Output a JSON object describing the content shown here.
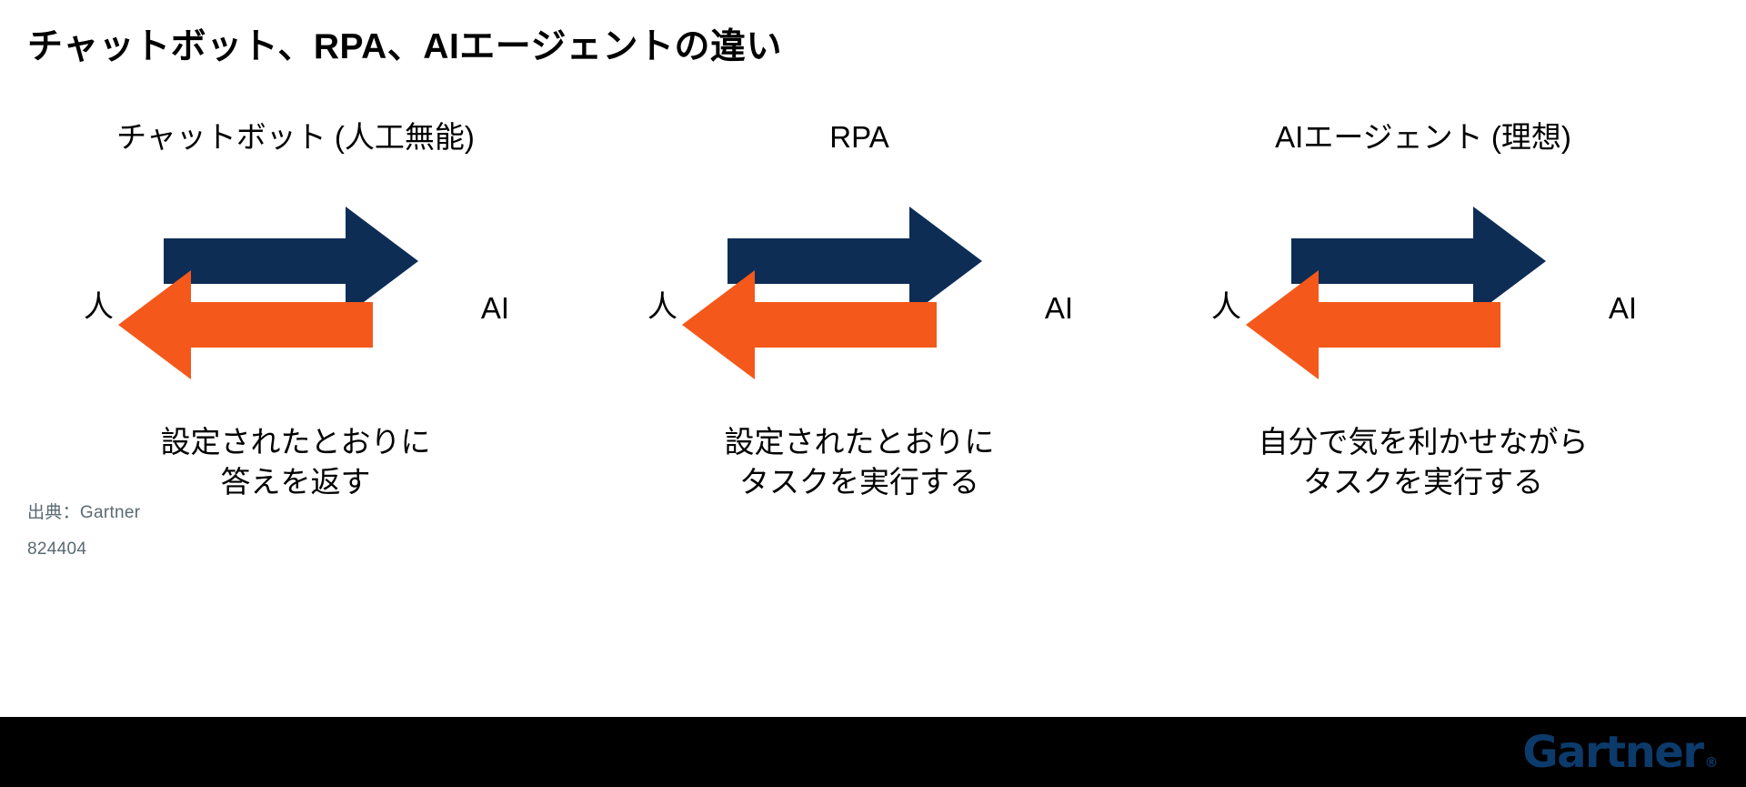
{
  "slide": {
    "title": "チャットボット、RPA、AIエージェントの違い",
    "background_color": "#ffffff"
  },
  "colors": {
    "arrow_forward": "#0d2d55",
    "arrow_backward": "#f4581a",
    "text": "#000000",
    "source_text": "#5a6a72",
    "footer_bar": "#000000",
    "logo": "#0c3a6b"
  },
  "columns": [
    {
      "heading": "チャットボット (人工無能)",
      "left_label": "人",
      "right_label": "AI",
      "forward_arrow_label": "human-to-ai-arrow",
      "backward_arrow_label": "ai-to-human-arrow",
      "caption": "設定されたとおりに\n答えを返す"
    },
    {
      "heading": "RPA",
      "left_label": "人",
      "right_label": "AI",
      "forward_arrow_label": "human-to-ai-arrow",
      "backward_arrow_label": "ai-to-human-arrow",
      "caption": "設定されたとおりに\nタスクを実行する"
    },
    {
      "heading": "AIエージェント (理想)",
      "left_label": "人",
      "right_label": "AI",
      "forward_arrow_label": "human-to-ai-arrow",
      "backward_arrow_label": "ai-to-human-arrow",
      "caption": "自分で気を利かせながら\nタスクを実行する"
    }
  ],
  "source": {
    "line1": "出典：Gartner",
    "line2": "824404"
  },
  "footer": {
    "logo_text": "Gartner",
    "logo_registered": "®"
  }
}
